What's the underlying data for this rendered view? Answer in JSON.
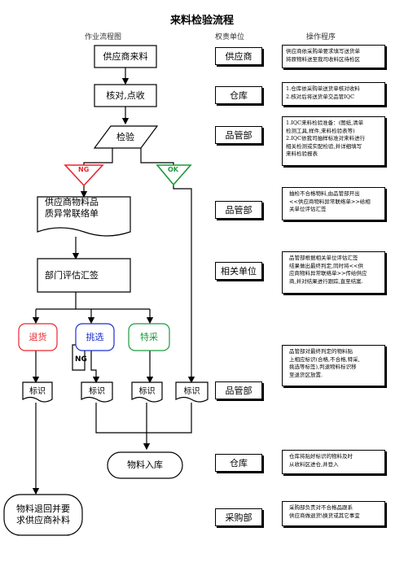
{
  "title": "来料检验流程",
  "headers": {
    "flow": "作业流程图",
    "unit": "权责单位",
    "procedure": "操作程序"
  },
  "flow": {
    "supplier_delivery": "供应商来料",
    "verify_count": "核对,点收",
    "inspection": "检验",
    "ng_label": "NG",
    "ok_label": "OK",
    "quality_contact": [
      "供应商物料品",
      "质异常联络单"
    ],
    "dept_review": "部门评估汇签",
    "return_goods": "退货",
    "sorting": "挑选",
    "special_use": "特采",
    "sort_ng": "NG",
    "tag1": "标识",
    "tag2": "标识",
    "tag3": "标识",
    "tag4": "标识",
    "warehouse_in": "物料入库",
    "return_supplier": [
      "物料退回并要",
      "求供应商补料"
    ]
  },
  "units": [
    "供应商",
    "仓库",
    "品管部",
    "品管部",
    "相关单位",
    "品管部",
    "仓库",
    "采购部"
  ],
  "procedures": [
    [
      "供应商依采购单要求填写送货单",
      "将原物料送至我司收料区待检区"
    ],
    [
      "1.仓库依采购单送货单核对收料",
      "2.核对后将送货单交品管IQC"
    ],
    [
      "1.IQC来料检验准备：(图纸,清单",
      "检测工具,样件,来料检验表等)",
      "2.IQC依我司抽样标准对来料进行",
      "相关检测或实配检验,并详细填写",
      "来料检验报表"
    ],
    [
      "抽检不合格物料,由品管部开出",
      "<<供应商物料异常联络单>>给相",
      "关单位评估汇签"
    ],
    [
      "品管部根据相关单位评估汇签",
      "结果做出最终判定,同时将<<供",
      "应商物料异常联络单>>传给供应",
      "商,并对结果进行跟踪,直至结案."
    ],
    [
      "品管部对最终判定的物料贴",
      "上相应标识(合格,不合格,特采,",
      "挑选等标签),判退物料标识移",
      "至退货区放置."
    ],
    [
      "仓库将贴好标识的物料及时",
      "从收料区进仓,并登入"
    ],
    [
      "采购部负责对不合格品跟系",
      "供应商做退货\\换货或其它事宜"
    ]
  ],
  "colors": {
    "ng": "#e8262e",
    "ok": "#1c9a3c",
    "return": "#e8262e",
    "sorting": "#1a2fd1",
    "special": "#1c9a3c"
  }
}
